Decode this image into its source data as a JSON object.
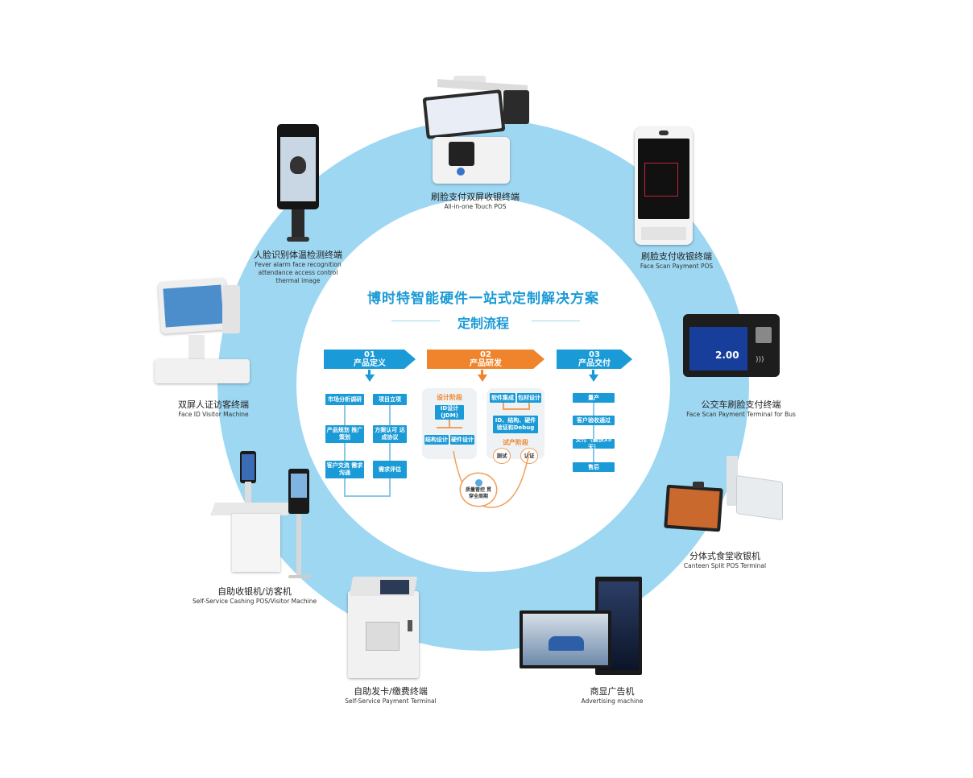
{
  "title": "博时特智能硬件一站式定制解决方案",
  "subtitle": "定制流程",
  "stages": [
    {
      "num": "01",
      "label": "产品定义"
    },
    {
      "num": "02",
      "label": "产品研发"
    },
    {
      "num": "03",
      "label": "产品交付"
    }
  ],
  "stage1_boxes": {
    "market": "市场分析调研",
    "plan": "产品规划 推广策划",
    "comm": "客户交流 需求沟通",
    "project": "项目立项",
    "approve": "方案认可 达成协议",
    "assess": "需求评估"
  },
  "stage2": {
    "design_phase": "设计阶段",
    "id_design": "ID设计 (JDM)",
    "struct": "结构设计",
    "hardware": "硬件设计",
    "software": "软件集成",
    "material": "包材设计",
    "verify": "ID、结构、硬件 验证和Debug",
    "trial_phase": "试产阶段",
    "test": "测试",
    "cert": "认证",
    "quality": "质量管控 贯穿全周期"
  },
  "stage3_boxes": {
    "mass": "量产",
    "accept": "客户验收通过",
    "deliver": "交付（最快35天）",
    "after": "售后"
  },
  "devices": [
    {
      "zh": "刷脸支付双屏收银终端",
      "en": "All-in-one Touch POS"
    },
    {
      "zh": "刷脸支付收银终端",
      "en": "Face Scan Payment POS"
    },
    {
      "zh": "公交车刷脸支付终端",
      "en": "Face Scan Payment Terminal for Bus"
    },
    {
      "zh": "分体式食堂收银机",
      "en": "Canteen Split POS Terminal"
    },
    {
      "zh": "商显广告机",
      "en": "Advertising machine"
    },
    {
      "zh": "自助发卡/缴费终端",
      "en": "Self-Service Payment Terminal"
    },
    {
      "zh": "自助收银机/访客机",
      "en": "Self-Service Cashing POS/Visitor Machine"
    },
    {
      "zh": "双屏人证访客终端",
      "en": "Face ID Visitor Machine"
    },
    {
      "zh": "人脸识别体温检测终端",
      "en": "Fever alarm face recognition attendance access control thermal image"
    }
  ],
  "bus_screen_amount": "2.00",
  "colors": {
    "ring": "#9ed7f2",
    "blue": "#1a9ad6",
    "orange": "#f0842c"
  }
}
